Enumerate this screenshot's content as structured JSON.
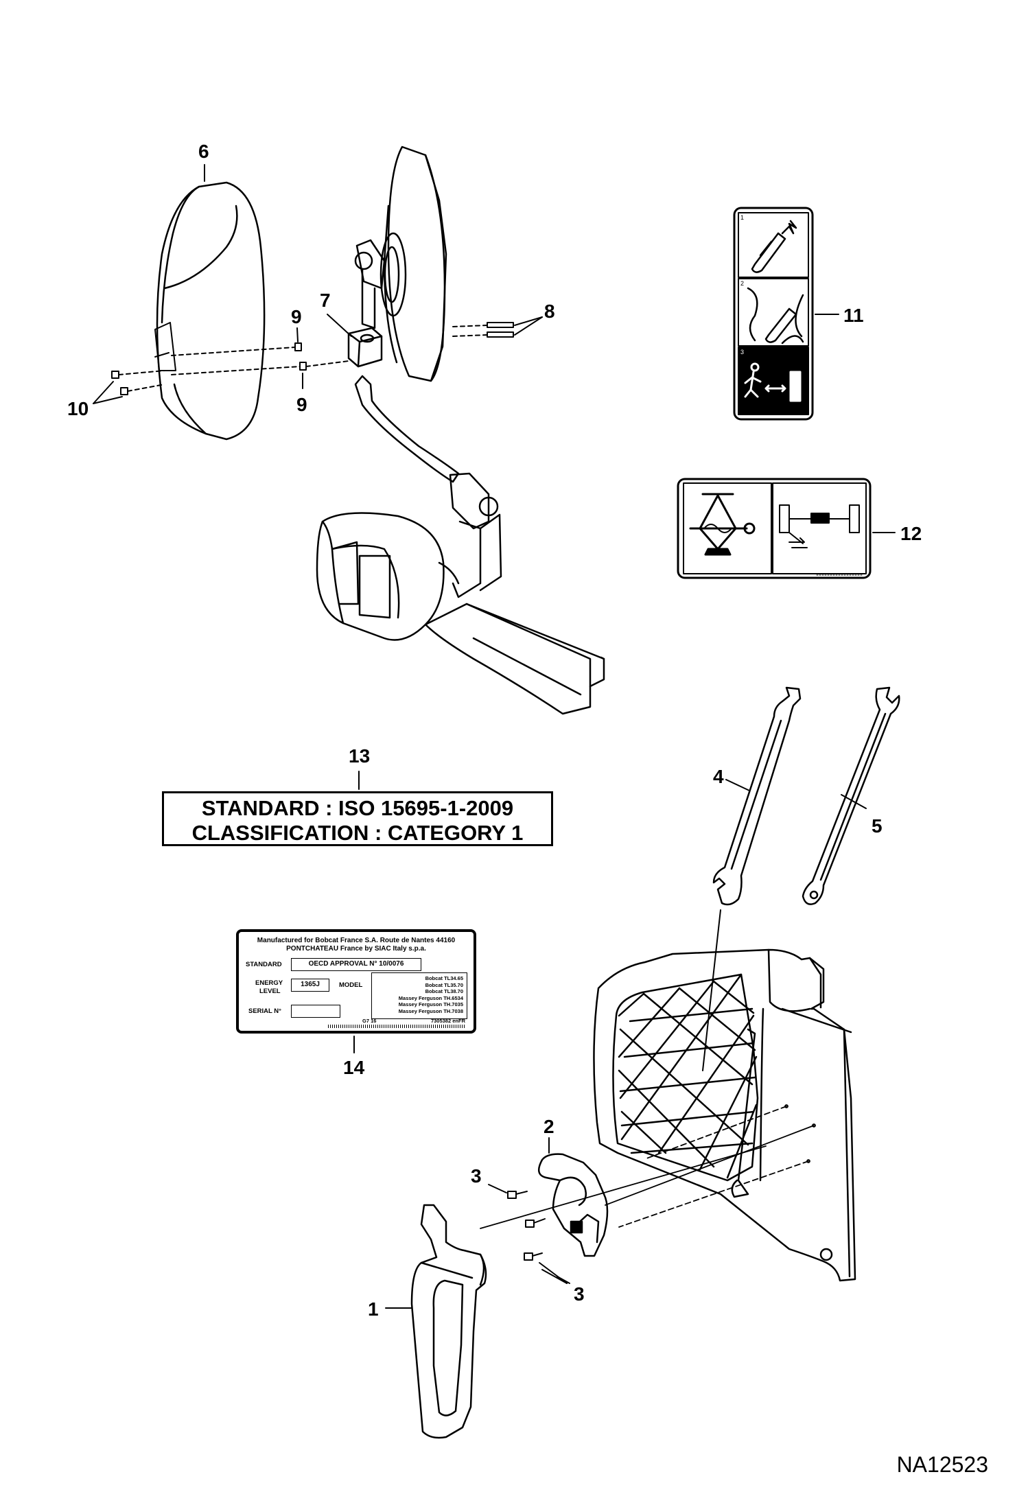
{
  "callouts": {
    "c1": "1",
    "c2": "2",
    "c3a": "3",
    "c3b": "3",
    "c4": "4",
    "c5": "5",
    "c6": "6",
    "c7": "7",
    "c8": "8",
    "c9a": "9",
    "c9b": "9",
    "c10": "10",
    "c11": "11",
    "c12": "12",
    "c13": "13",
    "c14": "14"
  },
  "drawing_id": "NA12523",
  "standard_plate": {
    "line1": "STANDARD : ISO 15695-1-2009",
    "line2": "CLASSIFICATION : CATEGORY 1"
  },
  "oecd_label": {
    "header1": "Manufactured for Bobcat France S.A. Route de Nantes 44160",
    "header2": "PONTCHATEAU France by SIAC Italy s.p.a.",
    "standard_label": "STANDARD",
    "standard_value": "OECD APPROVAL N° 10/0076",
    "energy_label_1": "ENERGY",
    "energy_label_2": "LEVEL",
    "energy_value": "1365J",
    "model_label": "MODEL",
    "models": [
      "Bobcat TL34.65",
      "Bobcat TL35.70",
      "Bobcat TL38.70",
      "Massey Ferguson TH.6534",
      "Massey Ferguson TH.7035",
      "Massey Ferguson TH.7038"
    ],
    "serial_label": "SERIAL N°",
    "footer_left": "G7 16",
    "footer_right": "7305382 enFR"
  },
  "decal_panels": {
    "p1": "1",
    "p2": "2",
    "p3": "3"
  },
  "icons": {
    "extinguisher": "fire-extinguisher-icon",
    "exit": "exit-running-man-icon",
    "jack": "jack-icon",
    "axle": "axle-icon"
  }
}
